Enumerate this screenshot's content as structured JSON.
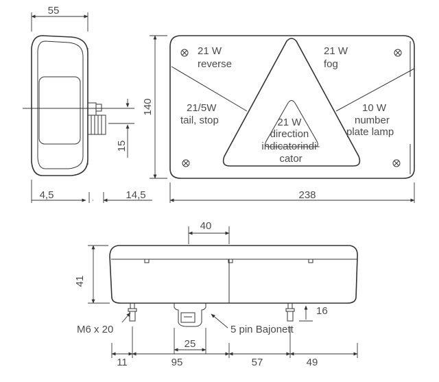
{
  "side_view": {
    "width_label": "55",
    "flange_label": "4,5",
    "connector_label": "14,5",
    "offset_label": "15"
  },
  "front_view": {
    "height_label": "140",
    "width_label": "238",
    "sections": {
      "reverse": [
        "21 W",
        "reverse"
      ],
      "fog": [
        "21 W",
        "fog"
      ],
      "tail": [
        "21/5W",
        "tail, stop"
      ],
      "plate": [
        "10 W",
        "number",
        "plate lamp"
      ],
      "direction": [
        "21 W",
        "direction",
        "indicatorindi-",
        "cator"
      ]
    }
  },
  "bottom_view": {
    "offset_label": "40",
    "height_label": "41",
    "stud_height_label": "16",
    "connector_width_label": "25",
    "bolt_label": "M6 x 20",
    "connector_label": "5 pin Bajonett",
    "spacing_labels": [
      "11",
      "95",
      "57",
      "49"
    ]
  }
}
